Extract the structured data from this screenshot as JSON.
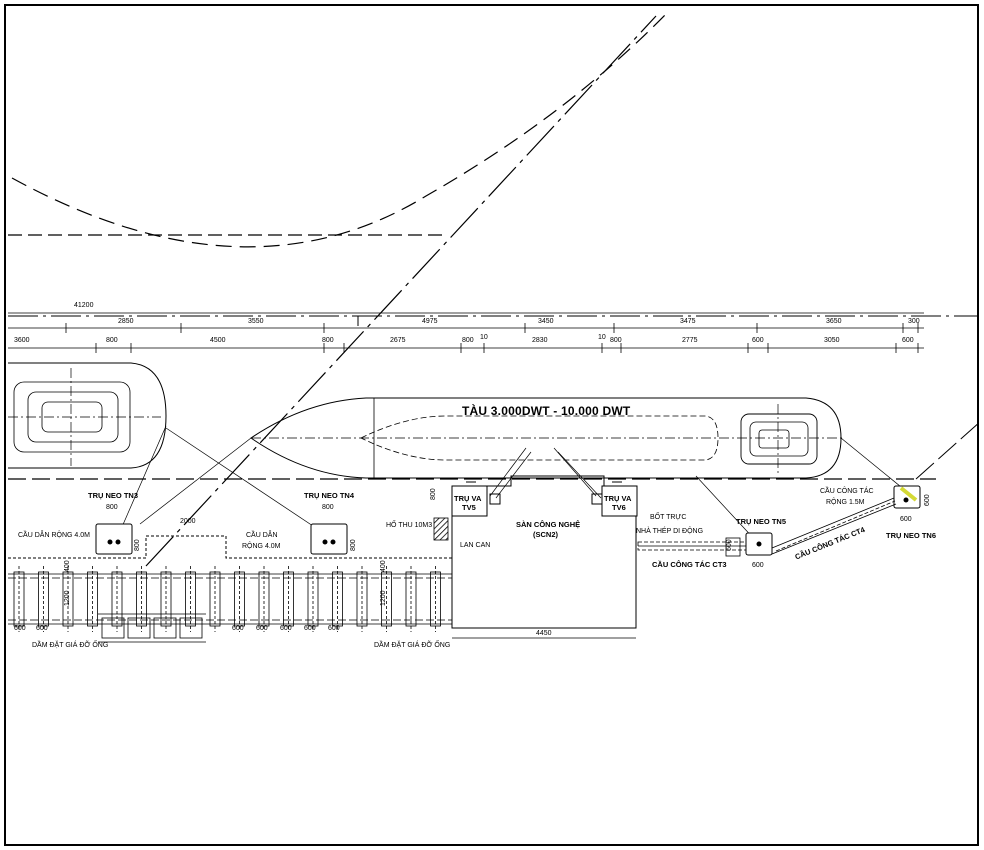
{
  "colors": {
    "line": "#000000",
    "highlight": "#d4d936",
    "paper": "#ffffff"
  },
  "ship": {
    "label": "TÀU 3.000DWT - 10.000 DWT"
  },
  "dimensions": {
    "overall": "41200",
    "row1": [
      "2850",
      "3550",
      "4975",
      "3450",
      "3475",
      "3650",
      "300"
    ],
    "row2": [
      "3600",
      "800",
      "4500",
      "800",
      "2675",
      "800",
      "10",
      "2830",
      "10",
      "800",
      "2775",
      "600",
      "3050",
      "600"
    ],
    "bridge_gap": "2000",
    "pier_w": "800",
    "tn5_w": "600",
    "tn6_w": "600",
    "tn6_h": "600",
    "platform_w": "4450",
    "pier_h": "800",
    "tv5_h": "800",
    "beam_h1": "400",
    "beam_h2": "1200",
    "tn5_h": "600",
    "spacing": "600"
  },
  "labels": {
    "tn3": "TRỤ NEO TN3",
    "tn4": "TRỤ NEO TN4",
    "tn5": "TRỤ NEO TN5",
    "tn6": "TRỤ NEO TN6",
    "tv5_a": "TRỤ VA",
    "tv5_b": "TV5",
    "tv6_a": "TRỤ VA",
    "tv6_b": "TV6",
    "bridge1": "CẦU DẪN RỘNG 4.0M",
    "bridge2_a": "CẦU DẪN",
    "bridge2_b": "RỘNG 4.0M",
    "pit": "HỐ THU 10M3",
    "railing": "LAN CAN",
    "platform_a": "SÀN CÔNG NGHỆ",
    "platform_b": "(SCN2)",
    "bollard": "BỐT TRỰC",
    "shed": "NHÀ THÉP DI ĐỘNG",
    "ct3": "CẦU CÔNG TÁC CT3",
    "ct4": "CẦU CÔNG TÁC CT4",
    "ct4_note_a": "CẦU CÔNG TÁC",
    "ct4_note_b": "RỘNG 1.5M",
    "beam1": "DẦM ĐẶT GIÁ ĐỠ ỐNG",
    "beam2": "DẦM ĐẶT GIÁ ĐỠ ỐNG"
  }
}
